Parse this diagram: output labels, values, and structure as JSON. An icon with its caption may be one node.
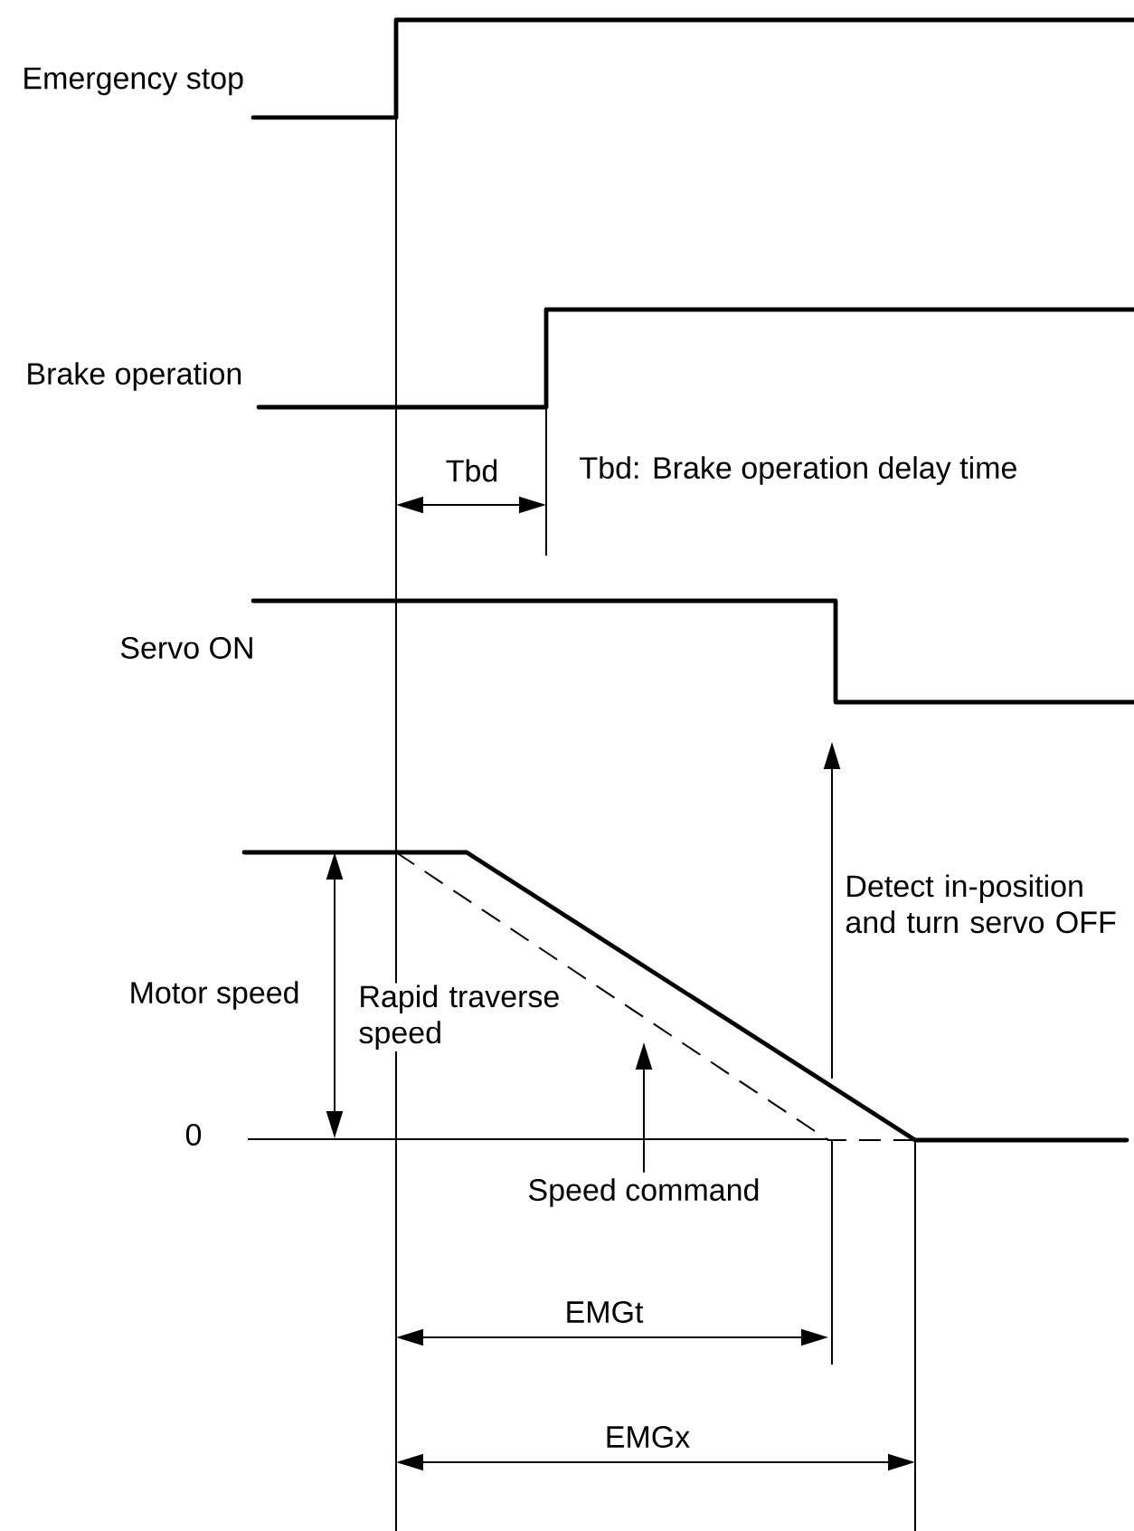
{
  "diagram": {
    "nodes": [
      {
        "text": [
          "Speed command"
        ]
      },
      {
        "text": [],
        "shape": "line"
      }
    ],
    "edges": [
      {
        "from": 0,
        "to": 1,
        "arrow": "to"
      }
    ],
    "labels": [
      "Emergency stop",
      "Brake operation",
      "Tbd",
      "Tbd: Brake operation delay time",
      "Servo ON",
      "Detect in-position and turn servo OFF",
      "Motor speed",
      "Rapid traverse speed",
      "0",
      "EMGt",
      "EMGx"
    ]
  }
}
